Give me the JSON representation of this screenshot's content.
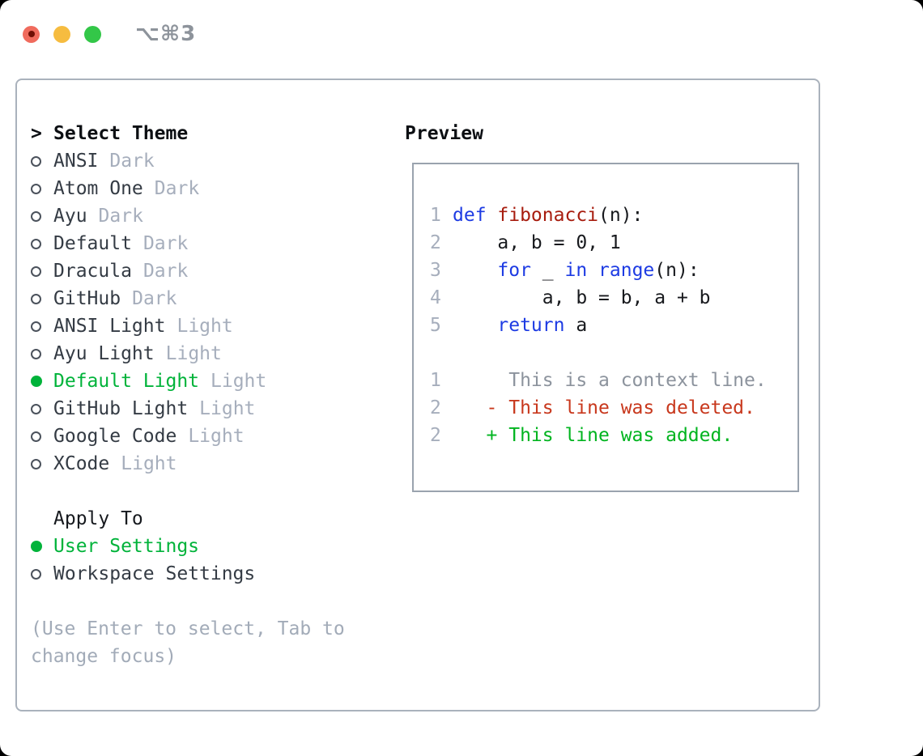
{
  "window": {
    "title": "⌥⌘3",
    "traffic_lights": {
      "close": "#f06b5d",
      "minimize": "#f6bc40",
      "zoom": "#33c748"
    }
  },
  "colors": {
    "accent_green": "#00b33a",
    "keyword_blue": "#1d3be3",
    "function_red": "#a71c0e",
    "diff_deleted_red": "#c8381d",
    "diff_added_green": "#00b41f",
    "muted_gray": "#a6aebc",
    "panel_border": "#aab2bc"
  },
  "theme_picker": {
    "prompt_char": ">",
    "heading": "Select Theme",
    "items": [
      {
        "name": "ANSI",
        "variant": "Dark",
        "selected": false
      },
      {
        "name": "Atom One",
        "variant": "Dark",
        "selected": false
      },
      {
        "name": "Ayu",
        "variant": "Dark",
        "selected": false
      },
      {
        "name": "Default",
        "variant": "Dark",
        "selected": false
      },
      {
        "name": "Dracula",
        "variant": "Dark",
        "selected": false
      },
      {
        "name": "GitHub",
        "variant": "Dark",
        "selected": false
      },
      {
        "name": "ANSI Light",
        "variant": "Light",
        "selected": false
      },
      {
        "name": "Ayu Light",
        "variant": "Light",
        "selected": false
      },
      {
        "name": "Default Light",
        "variant": "Light",
        "selected": true
      },
      {
        "name": "GitHub Light",
        "variant": "Light",
        "selected": false
      },
      {
        "name": "Google Code",
        "variant": "Light",
        "selected": false
      },
      {
        "name": "XCode",
        "variant": "Light",
        "selected": false
      }
    ],
    "apply_to": {
      "heading": "Apply To",
      "options": [
        {
          "label": "User Settings",
          "selected": true
        },
        {
          "label": "Workspace Settings",
          "selected": false
        }
      ]
    },
    "hint": "(Use Enter to select, Tab to change focus)"
  },
  "preview": {
    "heading": "Preview",
    "code": [
      {
        "num": "1",
        "segs": [
          {
            "t": "def "
          },
          {
            "t": "fibonacci"
          },
          {
            "t": "(n):"
          }
        ]
      },
      {
        "num": "2",
        "segs": [
          {
            "t": "    a, b = 0, 1"
          }
        ]
      },
      {
        "num": "3",
        "segs": [
          {
            "t": "    "
          },
          {
            "t": "for"
          },
          {
            "t": " _ "
          },
          {
            "t": "in"
          },
          {
            "t": " "
          },
          {
            "t": "range"
          },
          {
            "t": "(n):"
          }
        ]
      },
      {
        "num": "4",
        "segs": [
          {
            "t": "        a, b = b, a + b"
          }
        ]
      },
      {
        "num": "5",
        "segs": [
          {
            "t": "    "
          },
          {
            "t": "return"
          },
          {
            "t": " a"
          }
        ]
      }
    ],
    "diff": [
      {
        "num": "1",
        "kind": "context",
        "text": "     This is a context line."
      },
      {
        "num": "2",
        "kind": "deleted",
        "text": "   - This line was deleted."
      },
      {
        "num": "2",
        "kind": "added",
        "text": "   + This line was added."
      }
    ]
  }
}
